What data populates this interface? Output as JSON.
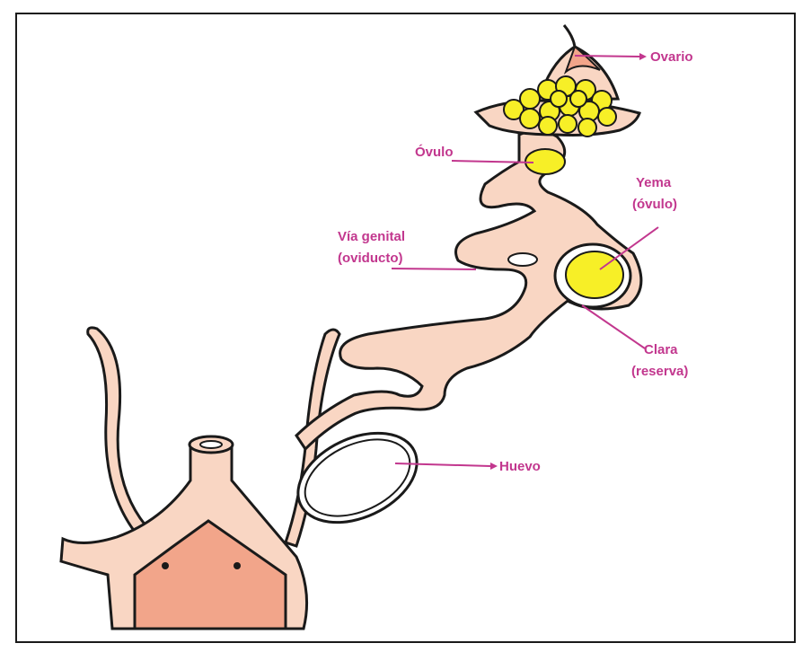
{
  "colors": {
    "tissue": "#f9d6c3",
    "tissue_dark": "#f2a58a",
    "yolk": "#f7ef27",
    "outline": "#1a1a1a",
    "label": "#c2378e"
  },
  "labels": {
    "ovario": "Ovario",
    "ovulo": "Óvulo",
    "yema_line1": "Yema",
    "yema_line2": "(óvulo)",
    "via_line1": "Vía genital",
    "via_line2": "(oviducto)",
    "clara_line1": "Clara",
    "clara_line2": "(reserva)",
    "huevo": "Huevo"
  }
}
